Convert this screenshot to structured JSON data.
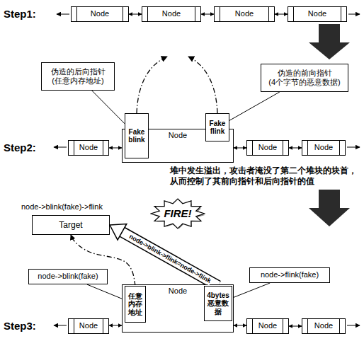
{
  "diagram": {
    "nodes": [
      {
        "text": [
          "Node"
        ]
      },
      {
        "text": [
          "Node"
        ]
      },
      {
        "text": [
          "Node"
        ]
      },
      {
        "text": [
          "Node"
        ]
      },
      {
        "text": [
          "伪造的后向指针 (任意内存地址)"
        ]
      },
      {
        "text": [
          "伪造的前向指针 (4个字节的恶意数据)"
        ]
      },
      {
        "text": [
          "Node"
        ]
      },
      {
        "text": [
          "Node"
        ]
      },
      {
        "text": [
          "Fake blink"
        ],
        "in": 7
      },
      {
        "text": [
          "Fake flink"
        ],
        "in": 7
      },
      {
        "text": [
          "Node"
        ]
      },
      {
        "text": [
          "Node"
        ]
      },
      {
        "text": [
          "node->blink(fake)->flink",
          "Target"
        ]
      },
      {
        "text": [
          "FIRE!"
        ]
      },
      {
        "text": [
          "node->blink(fake)"
        ]
      },
      {
        "text": [
          "node->flink(fake)"
        ]
      },
      {
        "text": [
          "Node"
        ]
      },
      {
        "text": [
          "Node"
        ]
      },
      {
        "text": [
          "任意内存地址"
        ],
        "in": 17
      },
      {
        "text": [
          "4bytes 恶意数据"
        ],
        "in": 17
      },
      {
        "text": [
          "Node"
        ]
      },
      {
        "text": [
          "Node"
        ]
      }
    ],
    "edges": [
      {
        "from": 0,
        "to": 1,
        "arrow": "both"
      },
      {
        "from": 1,
        "to": 2,
        "arrow": "both"
      },
      {
        "from": 2,
        "to": 3,
        "arrow": "both"
      },
      {
        "from": 4,
        "to": 8,
        "arrow": "none"
      },
      {
        "from": 5,
        "to": 9,
        "arrow": "none"
      },
      {
        "from": 6,
        "to": 7,
        "arrow": "both"
      },
      {
        "from": 7,
        "to": 10,
        "arrow": "both"
      },
      {
        "from": 10,
        "to": 11,
        "arrow": "both"
      },
      {
        "from": 14,
        "to": 18,
        "arrow": "none"
      },
      {
        "from": 15,
        "to": 19,
        "arrow": "none"
      },
      {
        "from": 16,
        "to": 17,
        "arrow": "both"
      },
      {
        "from": 17,
        "to": 20,
        "arrow": "both"
      },
      {
        "from": 20,
        "to": 21,
        "arrow": "both"
      },
      {
        "from": 18,
        "to": 12,
        "arrow": "to"
      },
      {
        "from": 19,
        "to": 12,
        "label": "node->blink->flink=node->flink",
        "arrow": "to"
      }
    ],
    "labels": [
      "Step1:",
      "Step2:",
      "Step3:",
      "堆中发生溢出，攻击者淹没了第二个堆块的块首，从而控制了其前向指针和后向指针的值"
    ]
  }
}
